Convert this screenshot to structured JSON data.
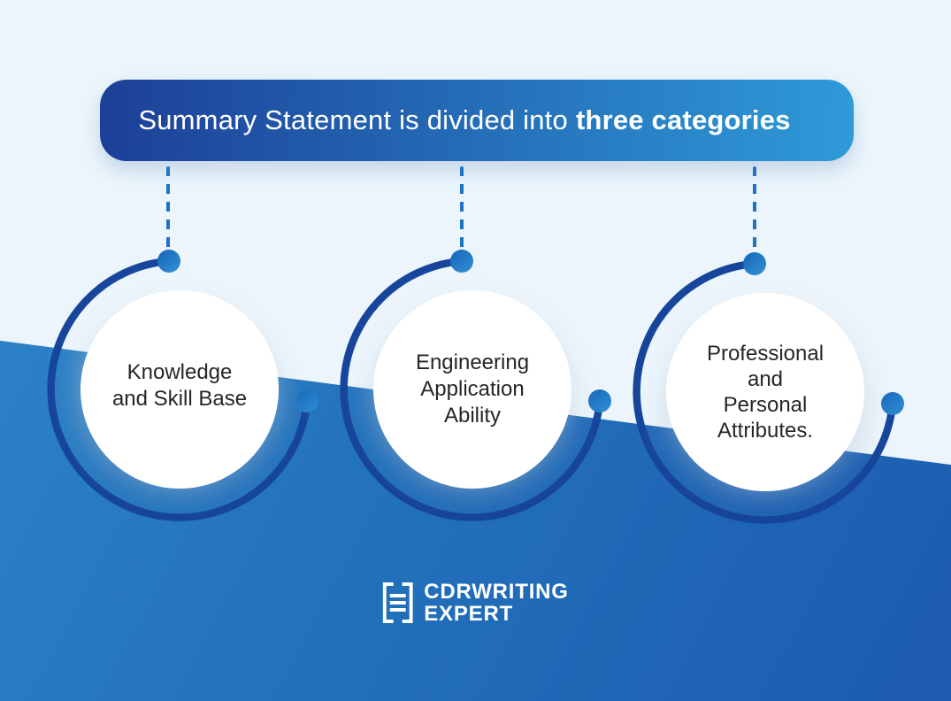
{
  "header": {
    "text_regular": "Summary Statement is divided into",
    "text_bold": "three categories"
  },
  "categories": [
    {
      "name": "Knowledge and Skill Base",
      "lines": [
        "Knowledge",
        "and Skill Base"
      ]
    },
    {
      "name": "Engineering Application Ability",
      "lines": [
        "Engineering",
        "Application",
        "Ability"
      ]
    },
    {
      "name": "Professional and Personal Attributes.",
      "lines": [
        "Professional",
        "and",
        "Personal",
        "Attributes."
      ]
    }
  ],
  "logo": {
    "icon": "document-lines-icon",
    "brand_line1": "CDRWRITING",
    "brand_line2": "EXPERT"
  },
  "colors": {
    "bg_light": "#ebf5fb",
    "dark_from": "#3187ca",
    "dark_mid": "#2373bc",
    "dark_to": "#1d5bb0",
    "banner_from": "#1c3f97",
    "banner_to": "#2e9bd8",
    "banner_text": "#ffffff",
    "dash_color": "#1d74c5",
    "arc_color": "#17459c",
    "dot_from": "#1766b8",
    "dot_to": "#2e8fd4",
    "circle_text": "#24262b",
    "logo_text": "#ffffff"
  }
}
